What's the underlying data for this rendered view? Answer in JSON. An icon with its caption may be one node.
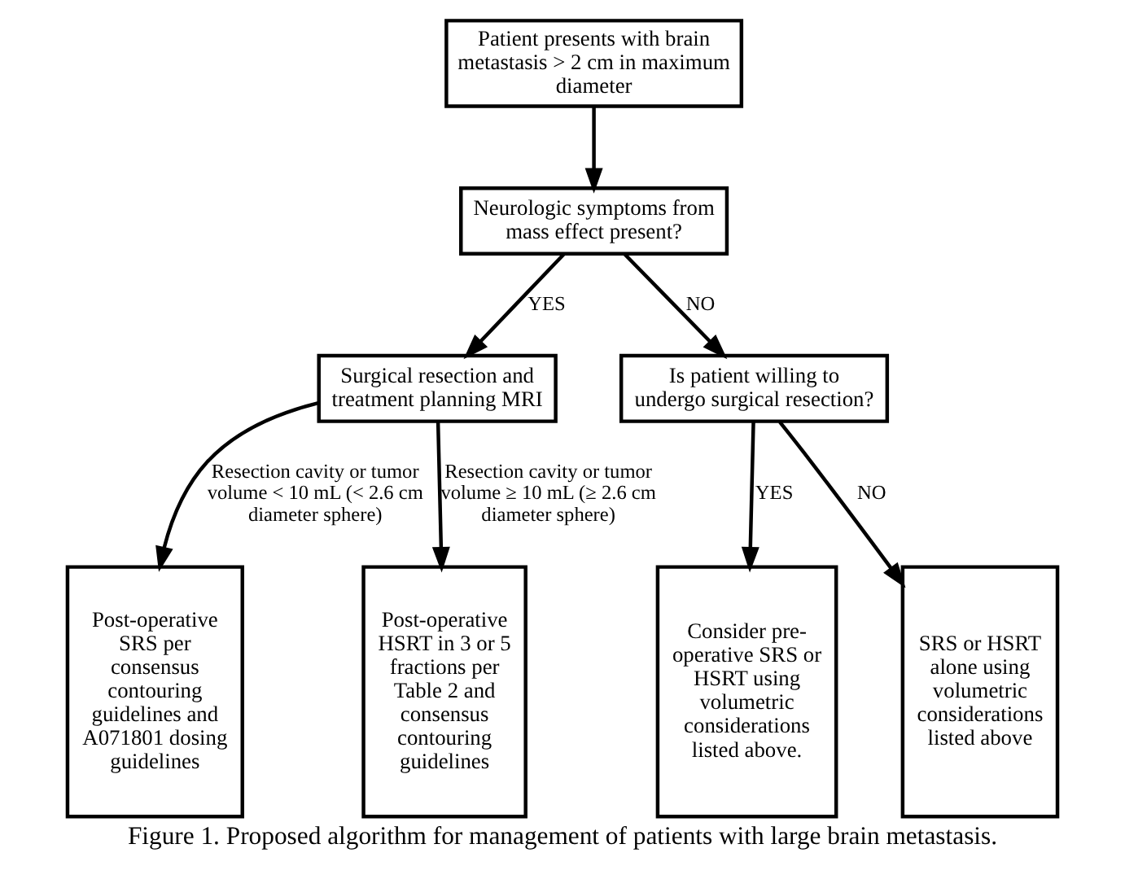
{
  "diagram": {
    "caption": "Figure 1. Proposed algorithm for management of patients with large brain metastasis.",
    "nodes": [
      {
        "text": [
          "Patient presents with brain metastasis > 2 cm in maximum diameter"
        ]
      },
      {
        "text": [
          "Neurologic symptoms from mass effect present?"
        ]
      },
      {
        "text": [
          "Surgical resection and treatment planning MRI"
        ]
      },
      {
        "text": [
          "Is patient willing to undergo surgical resection?"
        ]
      },
      {
        "text": [
          "Post-operative SRS per consensus contouring guidelines and A071801 dosing guidelines"
        ]
      },
      {
        "text": [
          "Post-operative HSRT in 3 or 5 fractions per Table 2 and consensus contouring guidelines"
        ]
      },
      {
        "text": [
          "Consider pre-operative SRS or HSRT using volumetric considerations listed above."
        ]
      },
      {
        "text": [
          "SRS or HSRT alone using volumetric considerations listed above"
        ]
      }
    ],
    "edges": [
      {
        "from": 0,
        "to": 1,
        "arrow": "to"
      },
      {
        "from": 1,
        "to": 2,
        "arrow": "to",
        "label": "YES"
      },
      {
        "from": 1,
        "to": 3,
        "arrow": "to",
        "label": "NO"
      },
      {
        "from": 2,
        "to": 4,
        "arrow": "to",
        "label": "Resection cavity or tumor volume < 10 mL (< 2.6 cm diameter sphere)"
      },
      {
        "from": 2,
        "to": 5,
        "arrow": "to",
        "label": "Resection cavity or tumor volume ≥ 10 mL (≥ 2.6 cm diameter sphere)"
      },
      {
        "from": 3,
        "to": 6,
        "arrow": "to",
        "label": "YES"
      },
      {
        "from": 3,
        "to": 7,
        "arrow": "to",
        "label": "NO"
      }
    ]
  }
}
